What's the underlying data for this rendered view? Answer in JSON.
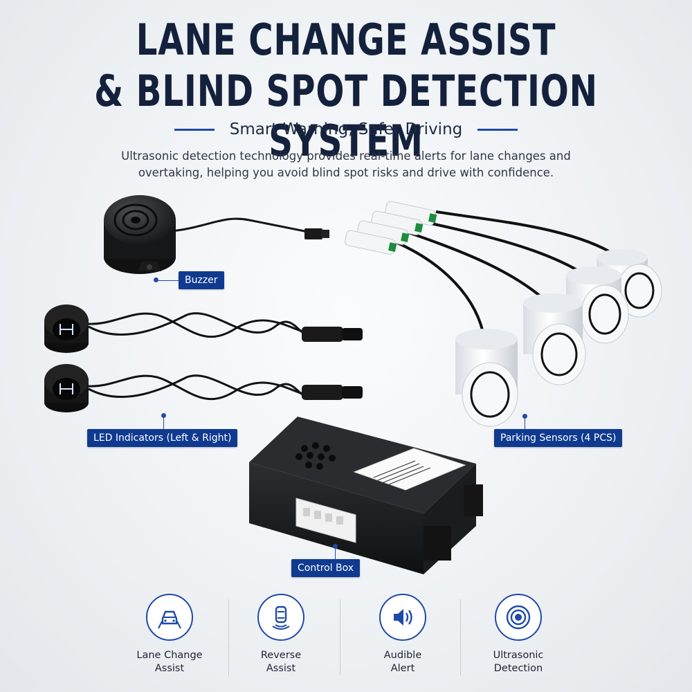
{
  "header": {
    "title_line1": "LANE CHANGE ASSIST",
    "title_line2": "& BLIND SPOT DETECTION SYSTEM",
    "subtitle": "Smart Warning, Safer Driving",
    "description": "Ultrasonic detection technology provides real-time alerts for lane changes and overtaking, helping you avoid blind spot risks and drive with confidence."
  },
  "components": {
    "buzzer": "Buzzer",
    "led_indicators": "LED Indicators (Left & Right)",
    "parking_sensors": "Parking Sensors (4 PCS)",
    "control_box": "Control Box"
  },
  "features": [
    {
      "line1": "Lane Change",
      "line2": "Assist",
      "icon": "car-lane-icon"
    },
    {
      "line1": "Reverse",
      "line2": "Assist",
      "icon": "car-reverse-icon"
    },
    {
      "line1": "Audible",
      "line2": "Alert",
      "icon": "speaker-icon"
    },
    {
      "line1": "Ultrasonic",
      "line2": "Detection",
      "icon": "ultrasonic-icon"
    }
  ],
  "colors": {
    "accent": "#1f4aa8",
    "label_bg": "#0f3a8f",
    "title": "#14213d"
  }
}
